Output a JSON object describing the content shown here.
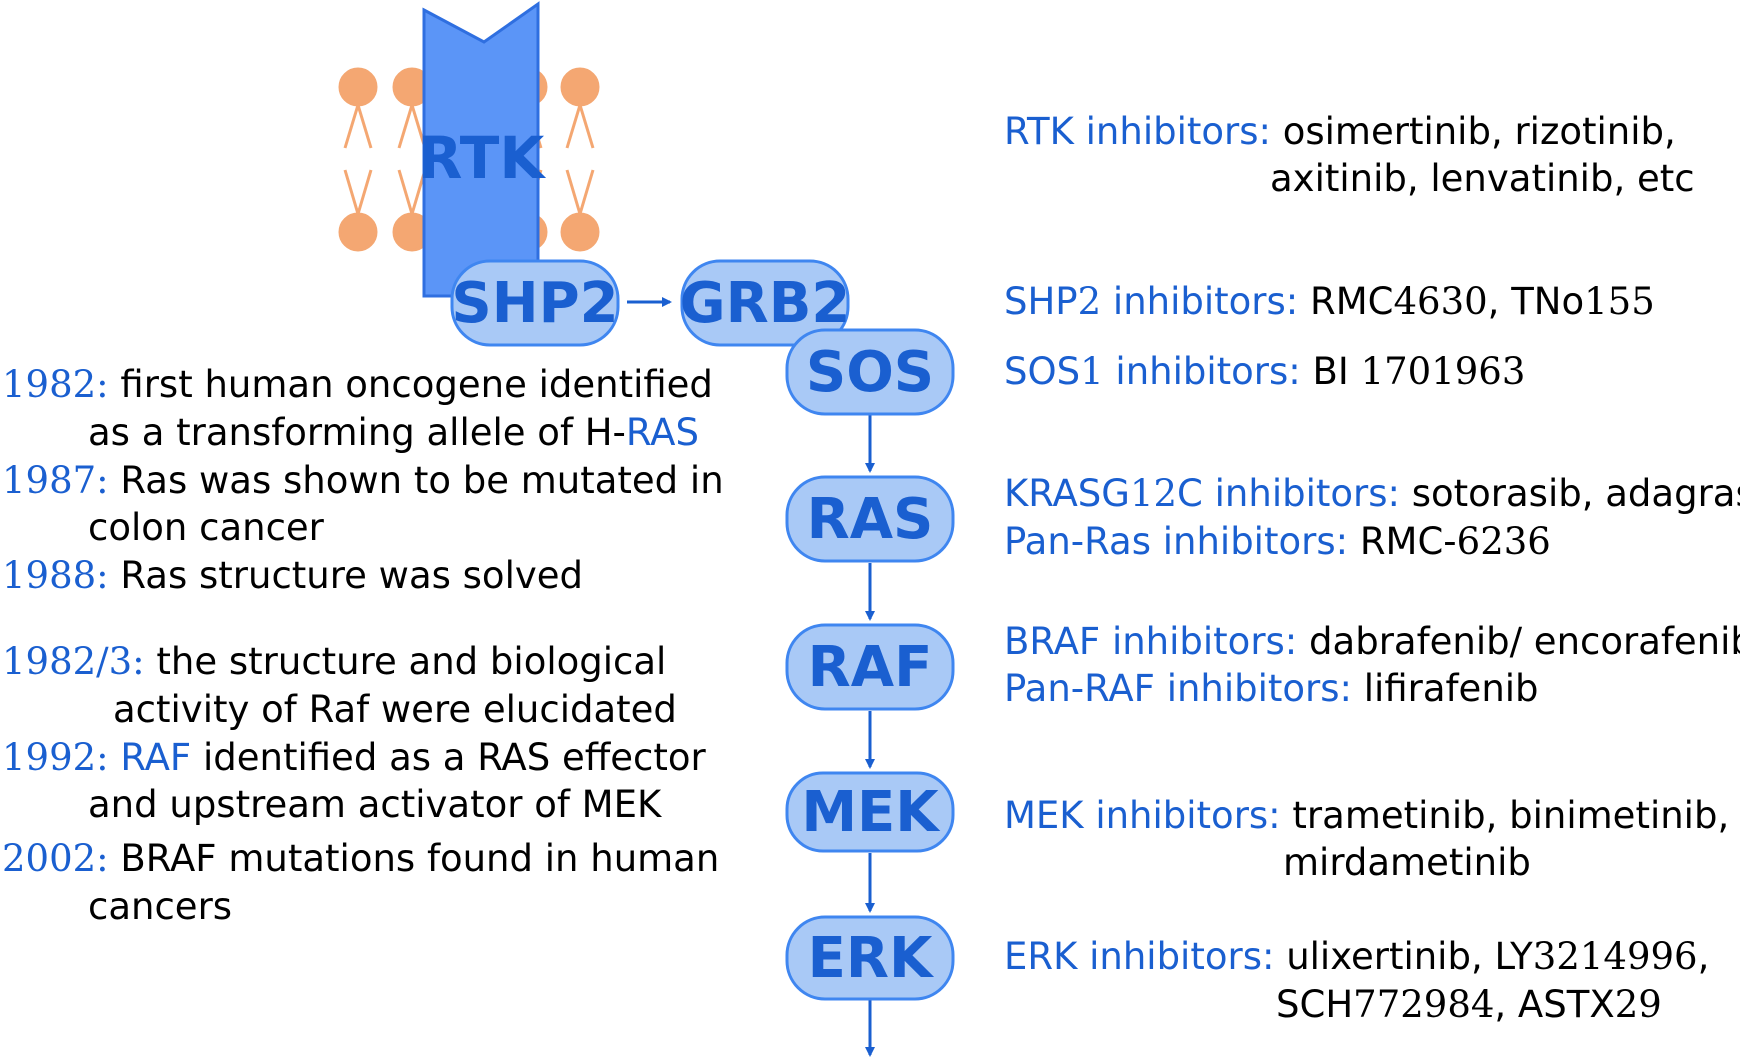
{
  "nodes": {
    "rtk": "RTK",
    "shp2": "SHP2",
    "grb2": "GRB2",
    "sos": "SOS",
    "ras": "RAS",
    "raf": "RAF",
    "mek": "MEK",
    "erk": "ERK"
  },
  "history": [
    {
      "year": "1982:",
      "line1": "first human oncogene identified",
      "line2_pre": "as a transforming allele of H-",
      "line2_hl": "RAS"
    },
    {
      "year": "1987:",
      "line1": "Ras was shown to be mutated in",
      "line2": "colon cancer"
    },
    {
      "year": "1988:",
      "line1": "Ras structure was solved"
    },
    {
      "year": "1982/3:",
      "line1": "the structure and biological",
      "line2": "activity of Raf were elucidated"
    },
    {
      "year": "1992:",
      "line1_hl": "RAF",
      "line1": " identified as a RAS effector",
      "line2": "and upstream activator of MEK"
    },
    {
      "year": "2002:",
      "line1": "BRAF mutations found in human",
      "line2": "cancers"
    }
  ],
  "inhibitors": {
    "rtk": {
      "label": "RTK inhibitors:",
      "drugs1": "osimertinib, rizotinib,",
      "drugs2": "axitinib, lenvatinib, etc"
    },
    "shp2": {
      "label_a": "SHP",
      "label_num": "2",
      "label_b": " inhibitors:",
      "d1": "RMC",
      "d2": "4630",
      "d3": ", TNo",
      "d4": "155"
    },
    "sos1": {
      "label_a": "SOS",
      "label_num": "1",
      "label_b": " inhibitors:",
      "d1": "BI ",
      "d2": "1701963"
    },
    "krasg12c": {
      "label_a": "KRASG",
      "label_num": "12",
      "label_b": "C inhibitors:",
      "drugs": "sotorasib, adagrasib"
    },
    "panras": {
      "label": "Pan-Ras inhibitors:",
      "d1": "RMC-",
      "d2": "6236"
    },
    "braf": {
      "label": "BRAF inhibitors:",
      "drugs": "dabrafenib/ encorafenib"
    },
    "panraf": {
      "label": "Pan-RAF inhibitors:",
      "drugs": "lifirafenib"
    },
    "mek": {
      "label": "MEK inhibitors:",
      "drugs1": "trametinib, binimetinib,",
      "drugs2": "mirdametinib"
    },
    "erk": {
      "label": "ERK inhibitors:",
      "d1": "ulixertinib, LY",
      "d2": "3214996",
      "d3": ",",
      "d4": "SCH",
      "d5": "772984",
      "d6": ", ASTX",
      "d7": "29"
    }
  },
  "colors": {
    "node_fill": "#a9c9f6",
    "node_stroke": "#3f86f0",
    "rtk_fill": "#5b95f7",
    "lipid": "#f4a772",
    "text_blue": "#1a5fd0",
    "arrow": "#1a5fd0"
  }
}
